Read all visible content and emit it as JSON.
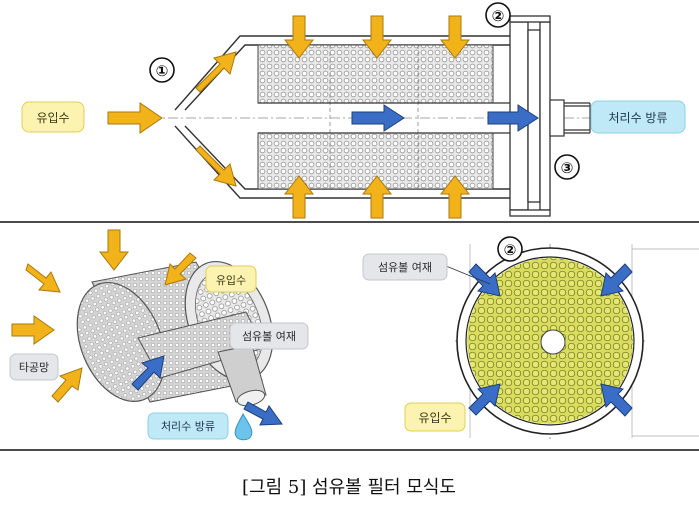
{
  "top": {
    "inflow_label": "유입수",
    "outflow_label": "처리수 방류",
    "markers": [
      "①",
      "②",
      "③"
    ]
  },
  "bottom_left": {
    "inflow_label": "유입수",
    "media_label": "섬유볼 여재",
    "mesh_label": "타공망",
    "outflow_label": "처리수 방류"
  },
  "bottom_right": {
    "marker": "②",
    "media_label": "섬유볼 여재",
    "inflow_label": "유입수"
  },
  "caption": "[그림 5] 섬유볼 필터 모식도",
  "colors": {
    "arrow_yellow": "#f2b21a",
    "arrow_blue": "#3a6ec6",
    "label_yellow": "#fdf3b0",
    "label_cyan": "#bfe9f7",
    "label_gray": "#e4e6ea",
    "media_yellow": "#d9dd5e"
  }
}
